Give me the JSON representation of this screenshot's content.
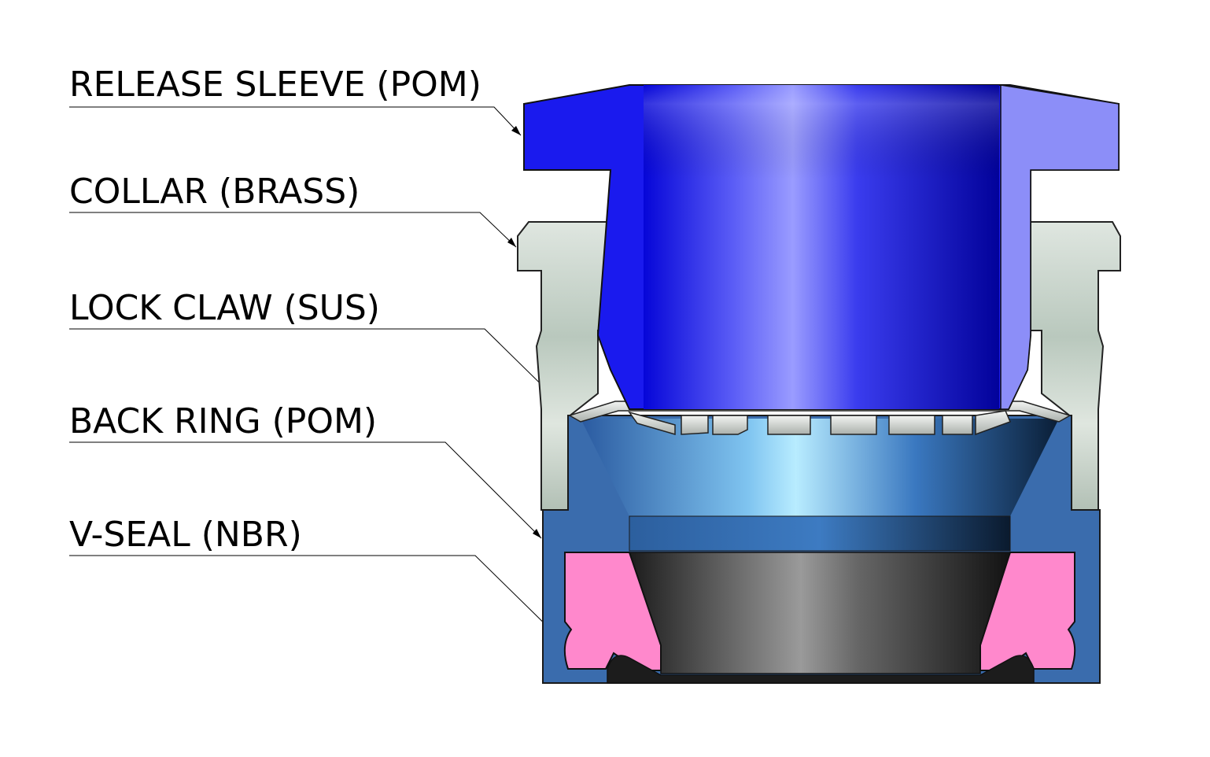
{
  "labels": [
    {
      "text": "RELEASE SLEEVE (POM)"
    },
    {
      "text": "COLLAR (BRASS)"
    },
    {
      "text": "LOCK CLAW (SUS)"
    },
    {
      "text": "BACK RING (POM)"
    },
    {
      "text": "V-SEAL (NBR)"
    }
  ],
  "colors": {
    "release_sleeve": "#1a1aee",
    "collar": "#c8d2cc",
    "lock_claw": "#d8dcd8",
    "back_ring": "#3a6cad",
    "v_seal_section": "#ff88cc",
    "v_seal_body": "#2a2a2a"
  }
}
